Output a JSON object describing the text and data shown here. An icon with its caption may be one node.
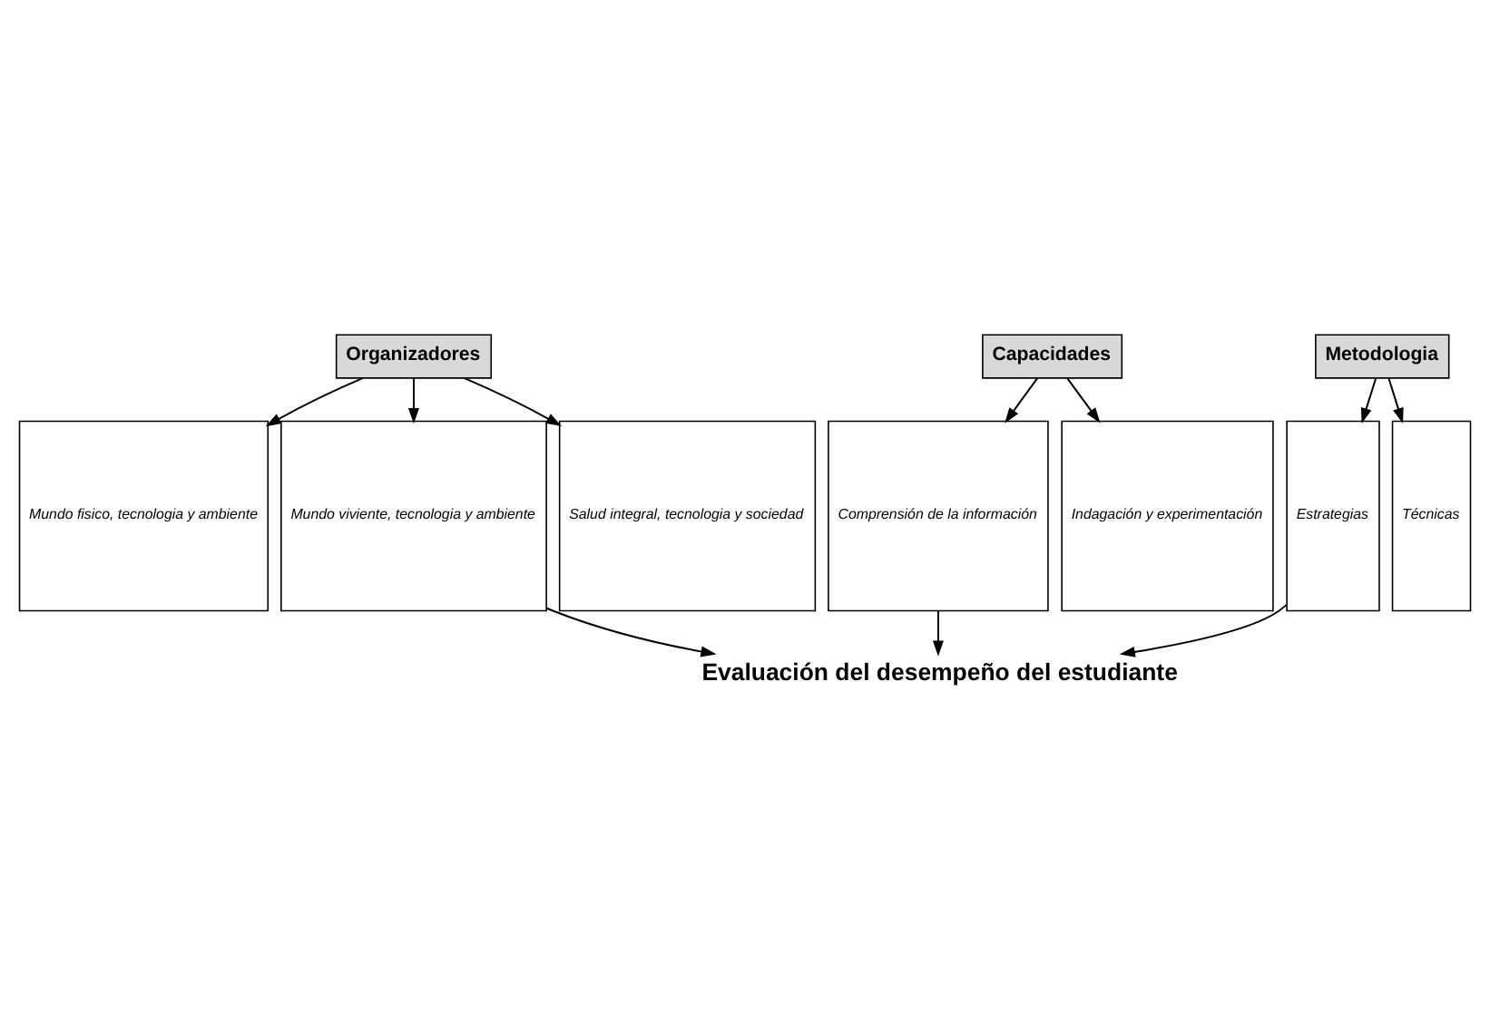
{
  "diagram": {
    "nodes": [
      {
        "text": [
          "Organizadores"
        ]
      },
      {
        "text": [
          "Mundo fisico, tecnologia y ambiente"
        ]
      },
      {
        "text": [
          "Mundo viviente, tecnologia y ambiente"
        ]
      },
      {
        "text": [
          "Salud integral, tecnologia y sociedad"
        ]
      },
      {
        "text": [
          "Capacidades"
        ]
      },
      {
        "text": [
          "Comprensión de la información"
        ]
      },
      {
        "text": [
          "Indagación y experimentación"
        ]
      },
      {
        "text": [
          "Metodologia"
        ]
      },
      {
        "text": [
          "Estrategias"
        ]
      },
      {
        "text": [
          "Técnicas"
        ]
      },
      {
        "text": [
          "Evaluación del desempeño del estudiante"
        ]
      }
    ],
    "edges": [
      {
        "from": 0,
        "to": 1,
        "arrow": "to"
      },
      {
        "from": 0,
        "to": 2,
        "arrow": "to"
      },
      {
        "from": 0,
        "to": 3,
        "arrow": "to"
      },
      {
        "from": 4,
        "to": 5,
        "arrow": "to"
      },
      {
        "from": 4,
        "to": 6,
        "arrow": "to"
      },
      {
        "from": 7,
        "to": 8,
        "arrow": "to"
      },
      {
        "from": 7,
        "to": 9,
        "arrow": "to"
      },
      {
        "from": 2,
        "to": 10,
        "arrow": "to"
      },
      {
        "from": 5,
        "to": 10,
        "arrow": "to"
      },
      {
        "from": 8,
        "to": 10,
        "arrow": "to"
      }
    ]
  }
}
